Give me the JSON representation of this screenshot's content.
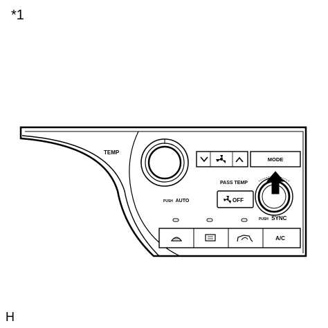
{
  "corner_label": "*1",
  "bottom_label": "H",
  "panel": {
    "temp_label": "TEMP",
    "fan_down": "∨",
    "fan_up": "∧",
    "fan_icon": "fan-icon",
    "mode_label": "MODE",
    "pass_temp_label": "PASS TEMP",
    "push_label_auto": "PUSH",
    "auto_label": "AUTO",
    "fan_off_label": "OFF",
    "push_label_sync": "PUSH",
    "sync_label": "SYNC",
    "ac_label": "A/C",
    "bottom_icons": [
      "front-defroster-icon",
      "rear-defroster-icon",
      "recirculation-icon"
    ]
  }
}
